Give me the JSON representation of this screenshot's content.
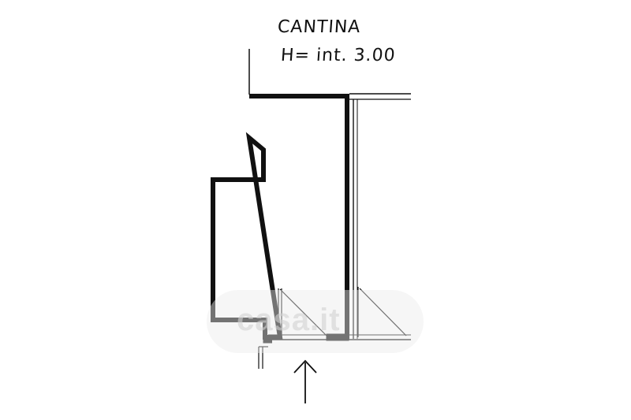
{
  "labels": {
    "room_name": "CANTINA",
    "height_note": "H= int. 3.00"
  },
  "watermark": {
    "text": "casa.it"
  },
  "colors": {
    "wall": "#111111",
    "background": "#ffffff",
    "watermark": "#d2d2d2"
  },
  "icons": {
    "entrance": "arrow-up-icon"
  }
}
